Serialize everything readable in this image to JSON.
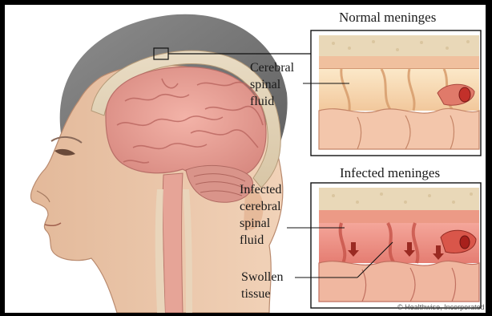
{
  "panels": {
    "normal": {
      "title": "Normal meninges"
    },
    "infected": {
      "title": "Infected meninges"
    }
  },
  "labels": {
    "csf": [
      "Cerebral",
      "spinal",
      "fluid"
    ],
    "infected_csf": [
      "Infected",
      "cerebral",
      "spinal",
      "fluid"
    ],
    "swollen": [
      "Swollen",
      "tissue"
    ]
  },
  "credit": "© Healthwise, Incorporated"
}
